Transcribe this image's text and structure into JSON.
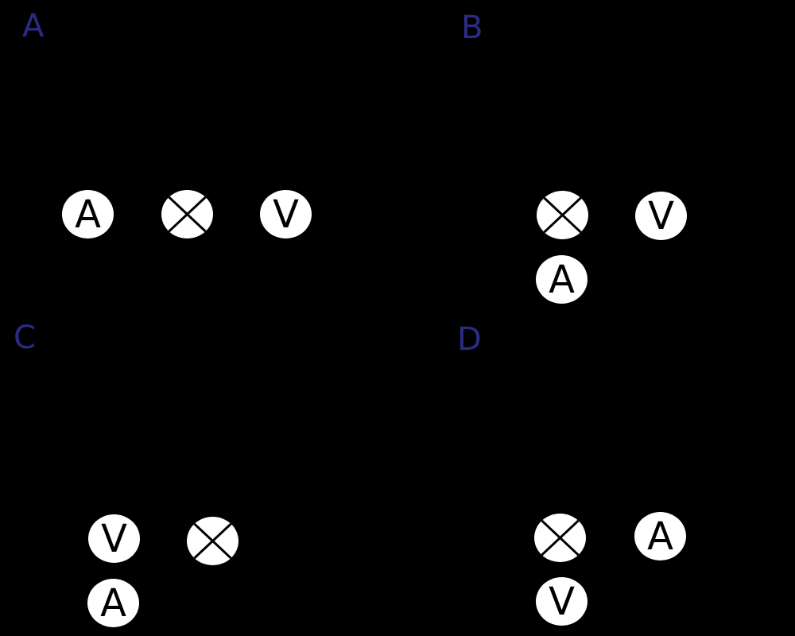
{
  "colors": {
    "background": "#000000",
    "label": "#2B2B85",
    "symbol-fill": "#ffffff",
    "symbol-glyph": "#000000"
  },
  "panels": [
    {
      "label": "A",
      "components": [
        {
          "kind": "ammeter",
          "glyph": "A"
        },
        {
          "kind": "lamp"
        },
        {
          "kind": "voltmeter",
          "glyph": "V"
        }
      ]
    },
    {
      "label": "B",
      "components": [
        {
          "kind": "lamp"
        },
        {
          "kind": "voltmeter",
          "glyph": "V"
        },
        {
          "kind": "ammeter",
          "glyph": "A"
        }
      ]
    },
    {
      "label": "C",
      "components": [
        {
          "kind": "voltmeter",
          "glyph": "V"
        },
        {
          "kind": "lamp"
        },
        {
          "kind": "ammeter",
          "glyph": "A"
        }
      ]
    },
    {
      "label": "D",
      "components": [
        {
          "kind": "lamp"
        },
        {
          "kind": "ammeter",
          "glyph": "A"
        },
        {
          "kind": "voltmeter",
          "glyph": "V"
        }
      ]
    }
  ]
}
